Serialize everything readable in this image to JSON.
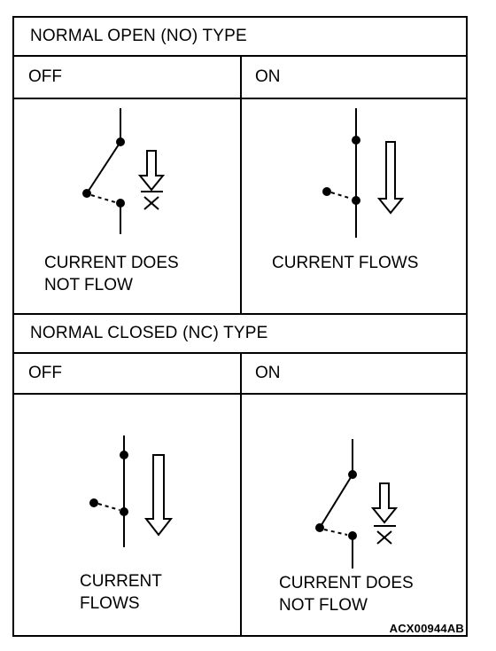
{
  "no_section": {
    "title": "NORMAL OPEN (NO) TYPE",
    "off_label": "OFF",
    "on_label": "ON",
    "off_caption": [
      "CURRENT DOES",
      "NOT FLOW"
    ],
    "on_caption": [
      "CURRENT FLOWS"
    ]
  },
  "nc_section": {
    "title": "NORMAL CLOSED (NC) TYPE",
    "off_label": "OFF",
    "on_label": "ON",
    "off_caption": [
      "CURRENT",
      "FLOWS"
    ],
    "on_caption": [
      "CURRENT DOES",
      "NOT FLOW"
    ]
  },
  "figure_code": "ACX00944AB"
}
